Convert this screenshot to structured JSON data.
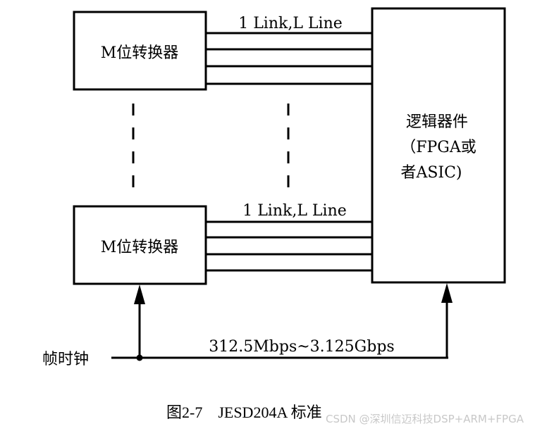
{
  "converter_top": {
    "label": "M位转换器"
  },
  "converter_bottom": {
    "label": "M位转换器"
  },
  "link_top": {
    "label": "1 Link,L Line"
  },
  "link_bottom": {
    "label": "1 Link,L Line"
  },
  "logic_device": {
    "line1": "逻辑器件",
    "line2": "（FPGA或",
    "line3": "者ASIC)"
  },
  "clock": {
    "label": "帧时钟",
    "rate": "312.5Mbps~3.125Gbps"
  },
  "caption": "图2-7    JESD204A 标准",
  "watermark": "CSDN @深圳信迈科技DSP+ARM+FPGA"
}
